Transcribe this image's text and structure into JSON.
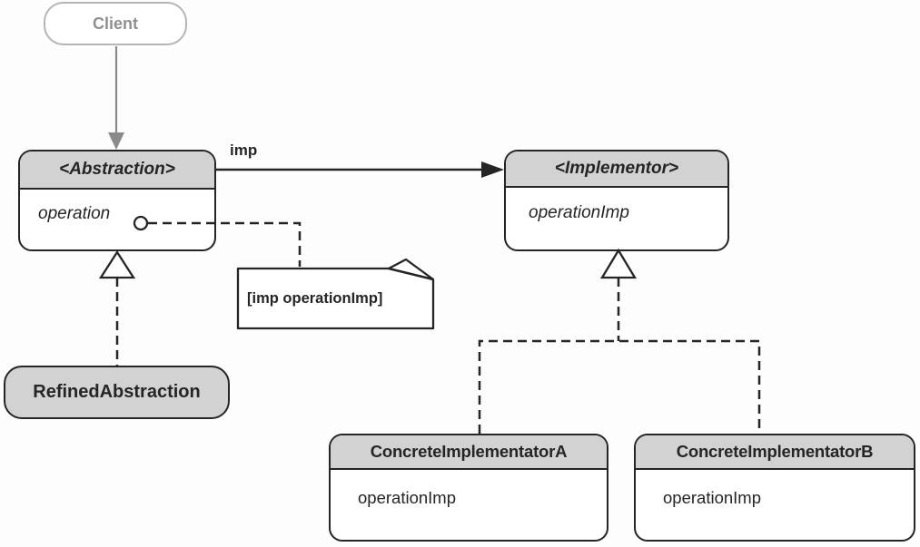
{
  "colors": {
    "ink": "#252525",
    "header_fill": "#d2d2d2",
    "box_bg": "#ffffff",
    "client_border": "#b5b5b5",
    "client_text": "#8f8f8f",
    "gray_arrow": "#8a8a8a",
    "page_bg": "#fdfdfd"
  },
  "nodes": {
    "client": {
      "label": "Client"
    },
    "abstraction": {
      "title": "<Abstraction>",
      "operation": "operation"
    },
    "implementor": {
      "title": "<Implementor>",
      "operation": "operationImp"
    },
    "refined_abstraction": {
      "label": "RefinedAbstraction"
    },
    "concrete_implementator_a": {
      "title": "ConcreteImplementatorA",
      "operation": "operationImp"
    },
    "concrete_implementator_b": {
      "title": "ConcreteImplementatorB",
      "operation": "operationImp"
    }
  },
  "note": {
    "text": "[imp operationImp]"
  },
  "edges": {
    "imp_label": "imp"
  }
}
